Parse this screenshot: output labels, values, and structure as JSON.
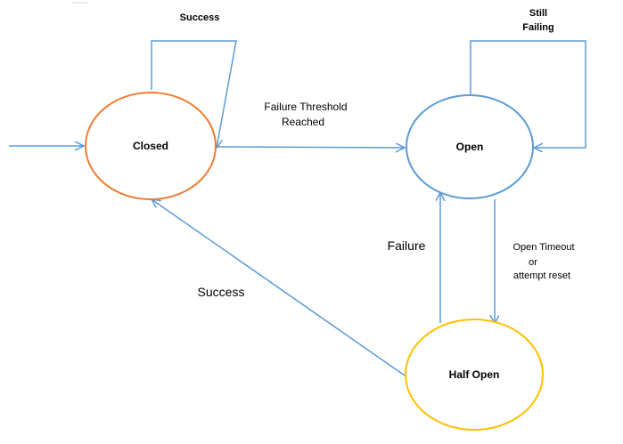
{
  "states": {
    "closed": {
      "label": "Closed",
      "color": "#ED7D31"
    },
    "open": {
      "label": "Open",
      "color": "#5B9BD5"
    },
    "half_open": {
      "label": "Half Open",
      "color": "#FFC000"
    }
  },
  "transitions": {
    "closed_self": "Success",
    "open_self_line1": "Still",
    "open_self_line2": "Failing",
    "closed_to_open_line1": "Failure Threshold",
    "closed_to_open_line2": "Reached",
    "half_open_to_open": "Failure",
    "open_to_half_open_line1": "Open Timeout",
    "open_to_half_open_line2": "or",
    "open_to_half_open_line3": "attempt reset",
    "half_open_to_closed": "Success"
  },
  "arrow_color": "#5B9BD5"
}
